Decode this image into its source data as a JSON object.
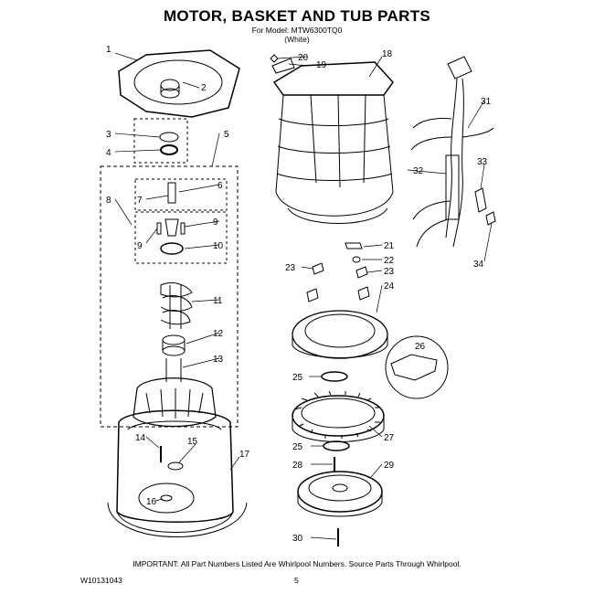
{
  "header": {
    "title": "MOTOR, BASKET AND TUB PARTS",
    "model_line": "For Model: MTW6300TQ0",
    "color_line": "(White)"
  },
  "callouts": [
    "1",
    "2",
    "3",
    "4",
    "5",
    "6",
    "7",
    "8",
    "9",
    "10",
    "11",
    "12",
    "13",
    "14",
    "15",
    "16",
    "17",
    "18",
    "19",
    "20",
    "21",
    "22",
    "23",
    "23",
    "24",
    "25",
    "25",
    "26",
    "27",
    "28",
    "29",
    "30",
    "31",
    "32",
    "33",
    "34"
  ],
  "footer": {
    "note": "IMPORTANT: All Part Numbers Listed Are Whirlpool Numbers. Source Parts Through Whirlpool.",
    "doc_number": "W10131043",
    "page_number": "5"
  }
}
